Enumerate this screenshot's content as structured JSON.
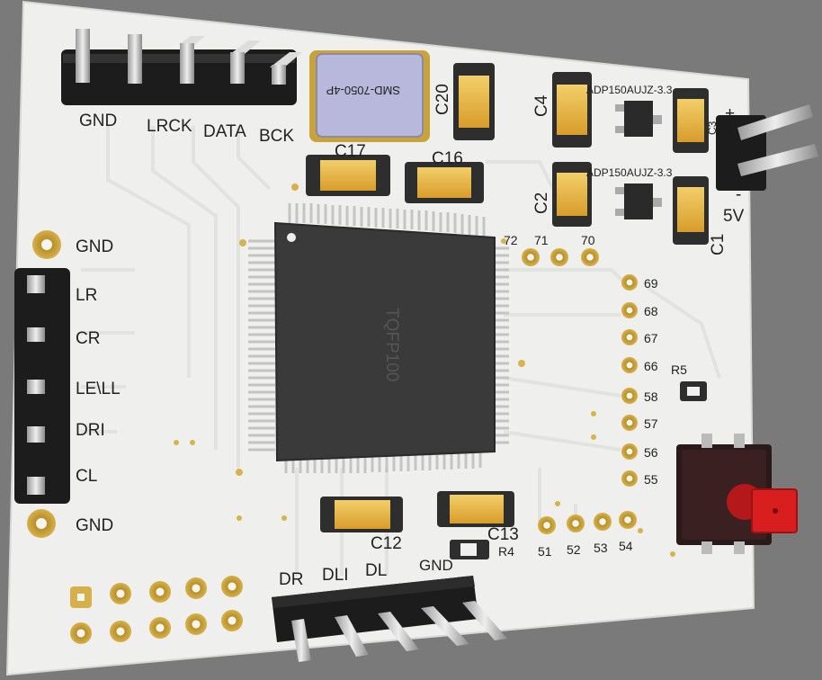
{
  "colors": {
    "background": "#7a7a7a",
    "board": "#efefed",
    "trace": "#e0e0de",
    "pad_gold": "#c9a23a",
    "capacitor": "#e7b84b",
    "chip": "#3a3a3a",
    "header_black": "#1c1c1c",
    "pin_metal": "#c8c8c8",
    "button_red": "#d81e1e",
    "crystal": "#b8b8dc"
  },
  "top_header": {
    "labels": [
      "GND",
      "LRCK",
      "DATA",
      "BCK"
    ]
  },
  "crystal": {
    "label": "SMD-7050-4P"
  },
  "capacitors": {
    "c20": "C20",
    "c17": "C17",
    "c16": "C16",
    "c4": "C4",
    "c2": "C2",
    "c1": "C1",
    "c3": "C3",
    "c12": "C12",
    "c13": "C13"
  },
  "regulators": {
    "top": "ADP150AUJZ-3.3",
    "bottom": "ADP150AUJZ-3.3"
  },
  "power_header": {
    "label": "5V",
    "plus": "+",
    "minus": "-"
  },
  "left_header": {
    "gnd_top": "GND",
    "labels": [
      "LR",
      "CR",
      "LE\\LL",
      "DRI",
      "CL"
    ],
    "gnd_bottom": "GND"
  },
  "chip": {
    "label": "TQFP100"
  },
  "pad_numbers": {
    "top": [
      "72",
      "71",
      "70"
    ],
    "right": [
      "69",
      "68",
      "67",
      "66",
      "58",
      "57",
      "56",
      "55"
    ],
    "bottom": [
      "51",
      "52",
      "53",
      "54"
    ]
  },
  "resistors": {
    "r5": "R5",
    "r4": "R4"
  },
  "bottom_header": {
    "labels": [
      "DR",
      "DLI",
      "DL",
      "GND"
    ]
  }
}
